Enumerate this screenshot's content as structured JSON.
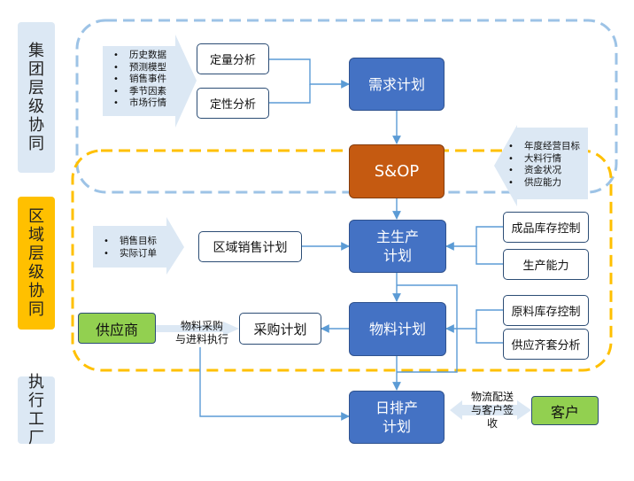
{
  "levels": {
    "group": "集团层级协同",
    "region": "区域层级协同",
    "factory": "执行工厂"
  },
  "nodes": {
    "demand": "需求计划",
    "sop": "S&OP",
    "master": "主生产\n计划",
    "material": "物料计划",
    "daily": "日排产\n计划"
  },
  "boxes": {
    "quant": "定量分析",
    "qual": "定性分析",
    "region_sales": "区域销售计划",
    "purchase": "采购计划",
    "fg_inventory": "成品库存控制",
    "capacity": "生产能力",
    "rm_inventory": "原料库存控制",
    "supply_kit": "供应齐套分析",
    "supplier": "供应商",
    "customer": "客户"
  },
  "inputs": {
    "history": [
      "历史数据",
      "预测模型",
      "销售事件",
      "季节因素",
      "市场行情"
    ],
    "annual": [
      "年度经营目标",
      "大料行情",
      "资金状况",
      "供应能力"
    ],
    "sales": [
      "销售目标",
      "实际订单"
    ]
  },
  "labels": {
    "purchase_exec": "物料采购\n与进料执行",
    "logistics": "物流配送\n与客户签\n收"
  },
  "colors": {
    "node_blue": "#4472c4",
    "sop_orange": "#c55a11",
    "group_dash": "#9dc3e6",
    "region_dash": "#ffc000",
    "light_blue": "#dce8f4",
    "green": "#92d050"
  }
}
